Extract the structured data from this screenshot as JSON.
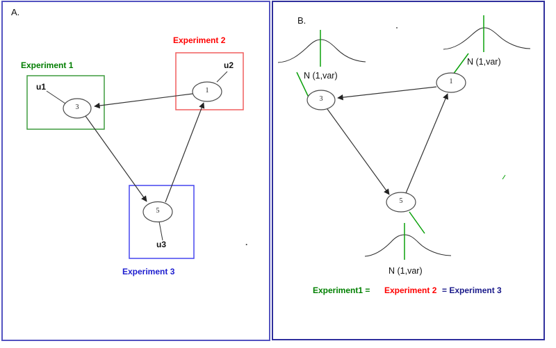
{
  "figure": {
    "description": "Two-panel diagram of a three-node directed graph cycle with experiment groupings (A) and noise distributions (B)"
  },
  "colors": {
    "experiment1_green": "#008000",
    "experiment2_red": "#ff0000",
    "experiment3_blue": "#1c1ccf",
    "legend_navy": "#181889",
    "distribution_mean_line_green": "#0aa00a",
    "panel_a_border": "#5353c0",
    "panel_b_border": "#2f2f9d"
  },
  "panel_a": {
    "title": "A.",
    "experiments": [
      {
        "label": "Experiment 1",
        "color": "#008000",
        "node": "3",
        "annotation": "u1"
      },
      {
        "label": "Experiment 2",
        "color": "#ff0000",
        "node": "1",
        "annotation": "u2"
      },
      {
        "label": "Experiment 3",
        "color": "#1c1ccf",
        "node": "5",
        "annotation": "u3"
      }
    ],
    "edges": [
      "1→3",
      "3→5",
      "5→1"
    ],
    "stray_mark": "."
  },
  "panel_b": {
    "title": "B.",
    "nodes": [
      "3",
      "1",
      "5"
    ],
    "distribution_label": "N (1,var)",
    "edges": [
      "1→3",
      "3→5",
      "5→1"
    ],
    "legend": [
      {
        "text": "Experiment1 =",
        "color": "#008000"
      },
      {
        "text": "Experiment 2",
        "color": "#ff0000"
      },
      {
        "text": "= Experiment 3",
        "color": "#181889"
      }
    ]
  }
}
